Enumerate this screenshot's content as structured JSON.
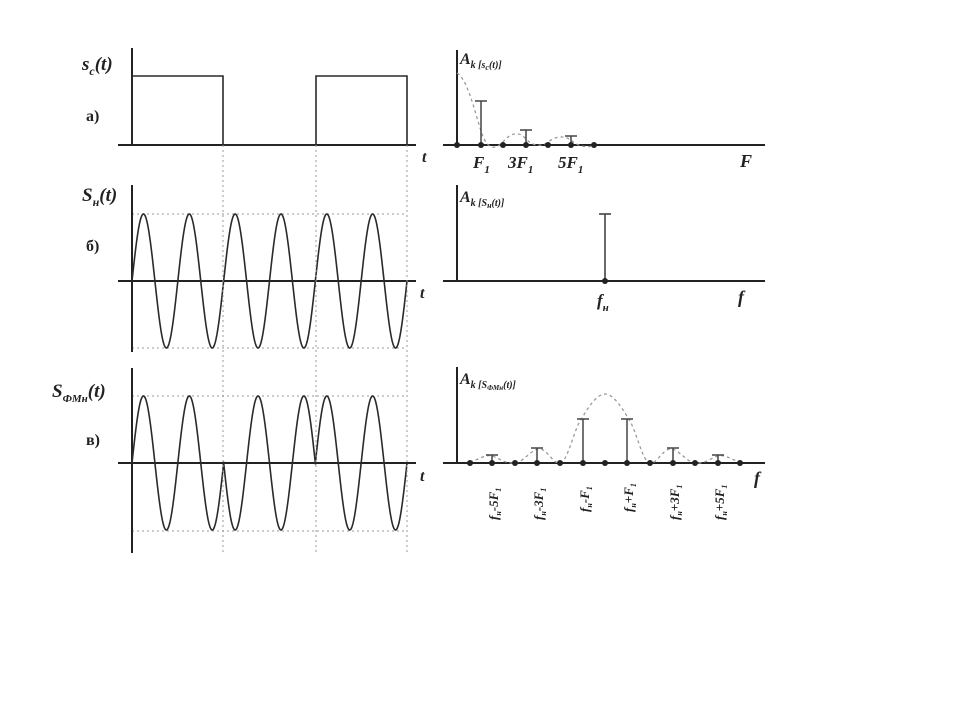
{
  "colors": {
    "axis": "#222222",
    "signal": "#2a2a2a",
    "guide": "#9a9a9a",
    "envelope": "#9a9a9a",
    "background": "#ffffff"
  },
  "panels": {
    "a": {
      "row_label": "а)",
      "y_label": "s",
      "y_label_sub": "с",
      "y_label_arg": "(t)",
      "t_label": "t",
      "spec_label": "A",
      "spec_label_sub": "k [s",
      "spec_label_sub2": "с",
      "spec_label_sub3": "(t)]",
      "freq_axis_label": "F",
      "tick_labels": [
        {
          "main": "F",
          "sub": "1"
        },
        {
          "main": "3F",
          "sub": "1"
        },
        {
          "main": "5F",
          "sub": "1"
        }
      ]
    },
    "b": {
      "row_label": "б)",
      "y_label": "S",
      "y_label_sub": "н",
      "y_label_arg": "(t)",
      "t_label": "t",
      "spec_label": "A",
      "spec_label_sub": "k [S",
      "spec_label_sub2": "н",
      "spec_label_sub3": "(t)]",
      "freq_axis_label": "f",
      "tick_label": {
        "main": "f",
        "sub": "н"
      }
    },
    "c": {
      "row_label": "в)",
      "y_label": "S",
      "y_label_sub": "ФМн",
      "y_label_arg": "(t)",
      "t_label": "t",
      "spec_label": "A",
      "spec_label_sub": "k [S",
      "spec_label_sub2": "ФМн",
      "spec_label_sub3": "(t)]",
      "freq_axis_label": "f",
      "tick_labels": [
        {
          "main": "f",
          "sub": "н",
          "rest": "-5F",
          "rsub": "1"
        },
        {
          "main": "f",
          "sub": "н",
          "rest": "-3F",
          "rsub": "1"
        },
        {
          "main": "f",
          "sub": "н",
          "rest": "-F",
          "rsub": "1"
        },
        {
          "main": "f",
          "sub": "н",
          "rest": "+F",
          "rsub": "1"
        },
        {
          "main": "f",
          "sub": "н",
          "rest": "+3F",
          "rsub": "1"
        },
        {
          "main": "f",
          "sub": "н",
          "rest": "+5F",
          "rsub": "1"
        }
      ]
    }
  }
}
